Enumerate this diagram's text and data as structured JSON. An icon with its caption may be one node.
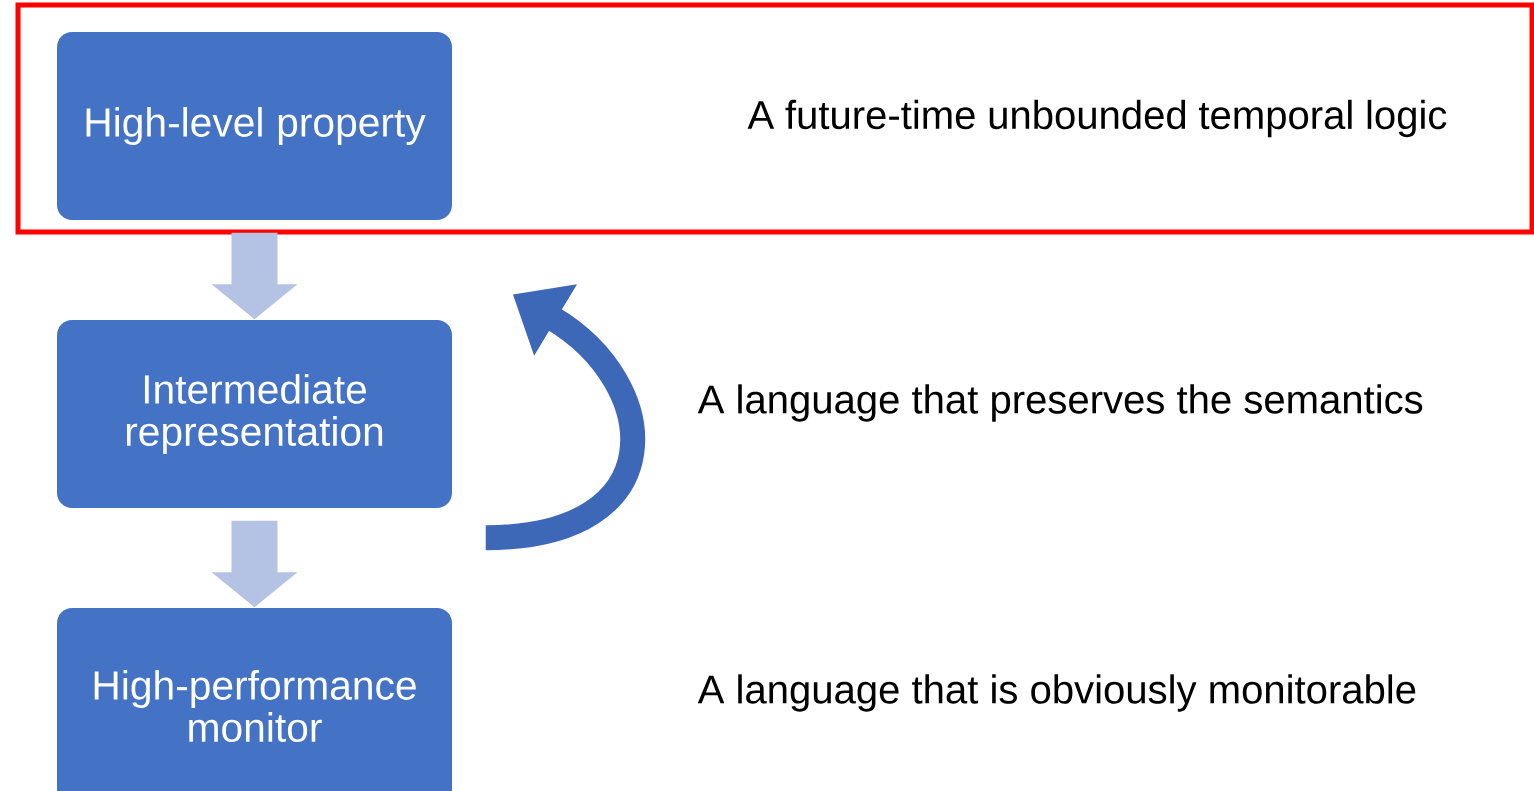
{
  "diagram": {
    "nodes": [
      {
        "text": [
          "A future-time unbounded temporal logic"
        ]
      },
      {
        "text": [
          "High-level property"
        ],
        "in": 0
      },
      {
        "text": [
          "Intermediate representation"
        ]
      },
      {
        "text": [
          "High-performance monitor"
        ]
      }
    ],
    "edges": [
      {
        "from": 1,
        "to": 2,
        "arrow": "to"
      },
      {
        "from": 2,
        "to": 3,
        "arrow": "to"
      },
      {
        "from": 2,
        "to": 2,
        "arrow": "to",
        "color": "#3d68b8"
      }
    ],
    "labels": [
      "A language that preserves the semantics",
      "A language that is obviously monitorable"
    ]
  }
}
